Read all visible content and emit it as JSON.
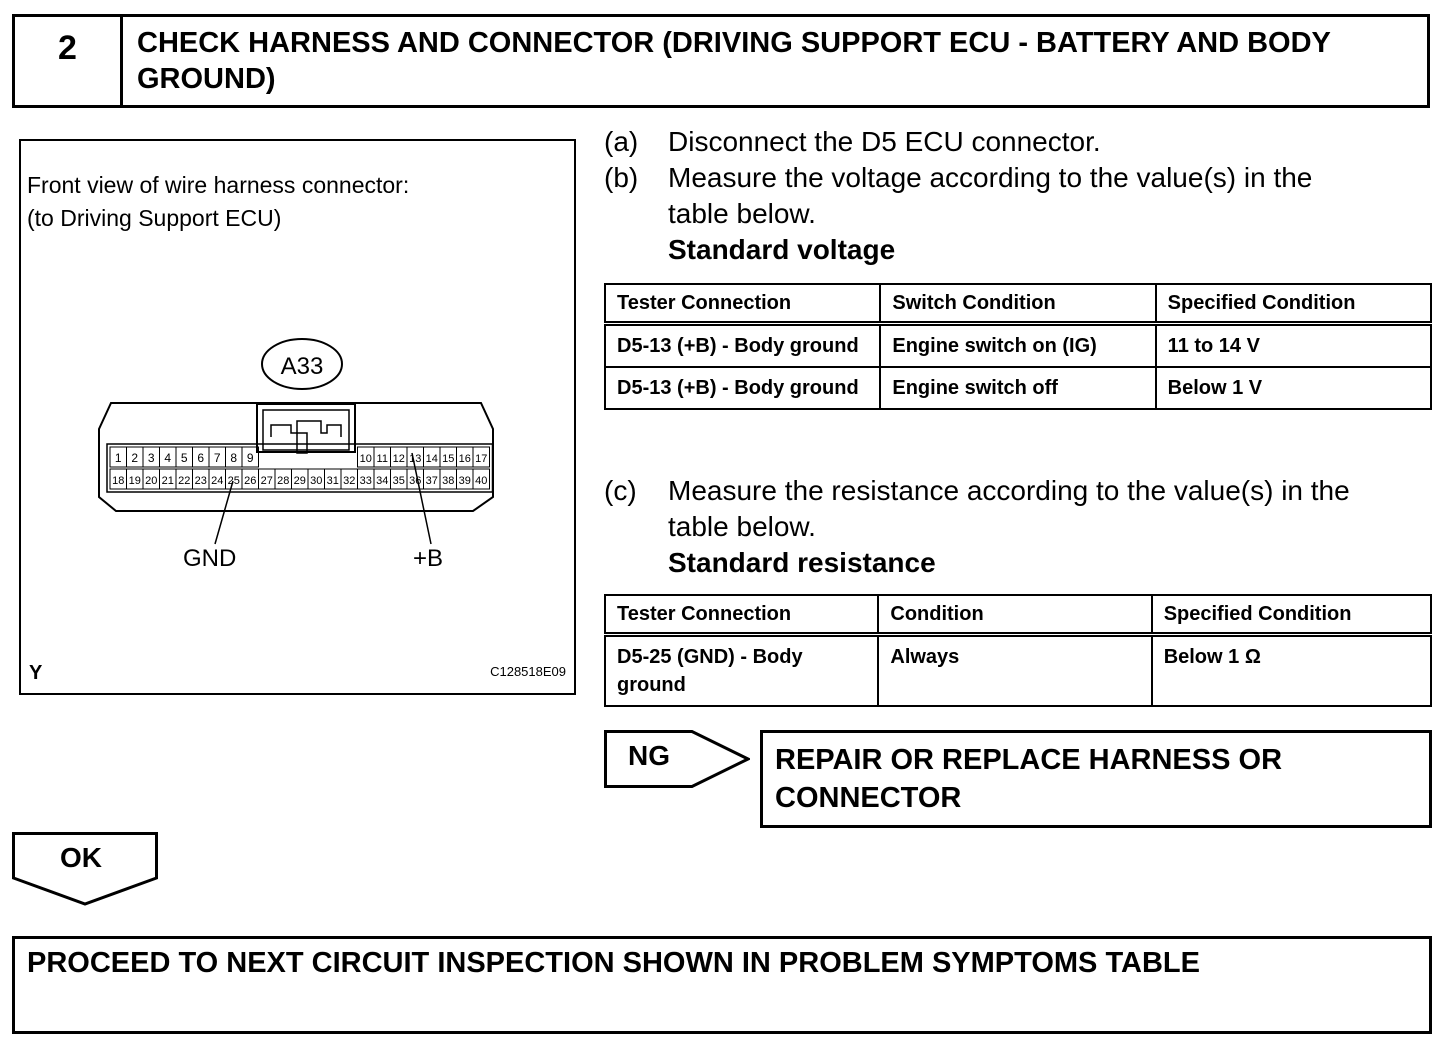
{
  "step": {
    "number": "2",
    "title_line1": "CHECK HARNESS AND CONNECTOR (DRIVING SUPPORT ECU - BATTERY AND BODY",
    "title_line2": "GROUND)"
  },
  "figure": {
    "caption_line1": "Front view of wire harness connector:",
    "caption_line2": "(to Driving Support ECU)",
    "connector_id": "A33",
    "pins_top": [
      "1",
      "2",
      "3",
      "4",
      "5",
      "6",
      "7",
      "8",
      "9",
      "10",
      "11",
      "12",
      "13",
      "14",
      "15",
      "16",
      "17"
    ],
    "pins_bottom": [
      "18",
      "19",
      "20",
      "21",
      "22",
      "23",
      "24",
      "25",
      "26",
      "27",
      "28",
      "29",
      "30",
      "31",
      "32",
      "33",
      "34",
      "35",
      "36",
      "37",
      "38",
      "39",
      "40"
    ],
    "label_gnd": "GND",
    "label_b": "+B",
    "corner_code": "Y",
    "image_code": "C128518E09"
  },
  "steps": {
    "a_label": "(a)",
    "a_text": "Disconnect the D5 ECU connector.",
    "b_label": "(b)",
    "b_text_line1": "Measure the voltage according to the value(s) in the",
    "b_text_line2": "table below.",
    "voltage_heading": "Standard voltage",
    "c_label": "(c)",
    "c_text_line1": "Measure the resistance according to the value(s) in the",
    "c_text_line2": "table below.",
    "resistance_heading": "Standard resistance"
  },
  "voltage_table": {
    "headers": [
      "Tester Connection",
      "Switch Condition",
      "Specified Condition"
    ],
    "rows": [
      [
        "D5-13 (+B) - Body ground",
        "Engine switch on (IG)",
        "11 to 14 V"
      ],
      [
        "D5-13 (+B) - Body ground",
        "Engine switch off",
        "Below 1 V"
      ]
    ]
  },
  "resistance_table": {
    "headers": [
      "Tester Connection",
      "Condition",
      "Specified Condition"
    ],
    "rows": [
      [
        "D5-25 (GND) - Body ground",
        "Always",
        "Below 1 Ω"
      ]
    ]
  },
  "ng": {
    "label": "NG",
    "result_line1": "REPAIR OR REPLACE HARNESS OR",
    "result_line2": "CONNECTOR"
  },
  "ok": {
    "label": "OK",
    "result": "PROCEED TO NEXT CIRCUIT INSPECTION SHOWN IN PROBLEM SYMPTOMS TABLE"
  }
}
